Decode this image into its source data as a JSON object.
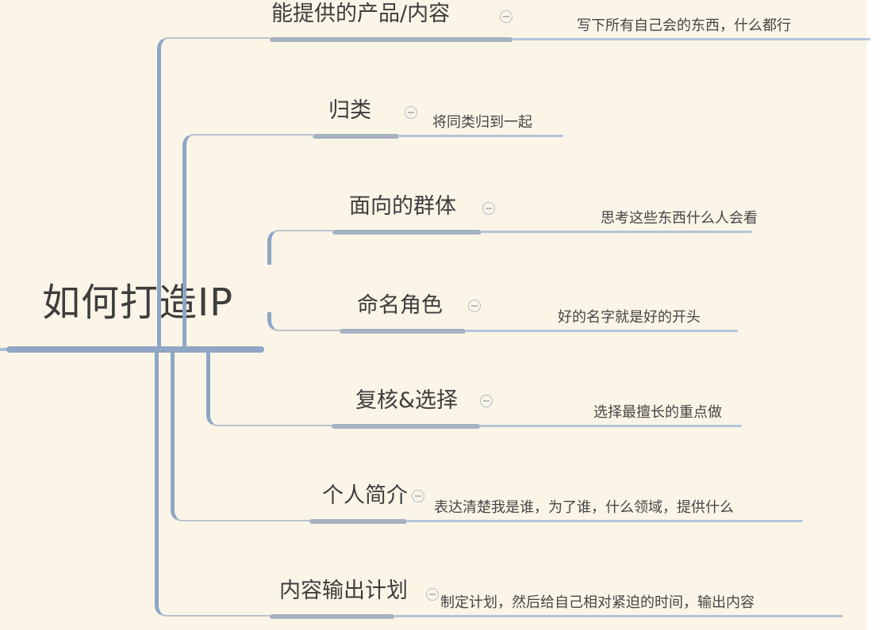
{
  "root_topic": {
    "label": "如何打造IP"
  },
  "branches": [
    {
      "label": "能提供的产品/内容",
      "note": "写下所有自己会的东西，什么都行",
      "icon": "minus-circle-icon"
    },
    {
      "label": "归类",
      "note": "将同类归到一起",
      "icon": "minus-circle-icon"
    },
    {
      "label": "面向的群体",
      "note": "思考这些东西什么人会看",
      "icon": "minus-circle-icon"
    },
    {
      "label": "命名角色",
      "note": "好的名字就是好的开头",
      "icon": "minus-circle-icon"
    },
    {
      "label": "复核&选择",
      "note": "选择最擅长的重点做",
      "icon": "minus-circle-icon"
    },
    {
      "label": "个人简介",
      "note": "表达清楚我是谁，为了谁，什么领域，提供什么",
      "icon": "minus-circle-icon"
    },
    {
      "label": "内容输出计划",
      "note": "制定计划，然后给自己相对紧迫的时间，输出内容",
      "icon": "minus-circle-icon"
    }
  ],
  "colors": {
    "canvas_background": "#fbf5e7",
    "page_background": "#ffffff",
    "topic_text": "#3d3d3d",
    "branch_line": "#8ea6c6",
    "topic_underline": "#a6b1c1",
    "subtopic_line": "#b3c4d9",
    "connector_thin": "#b9c3ce",
    "collapse_icon": "#b4bcc4"
  }
}
